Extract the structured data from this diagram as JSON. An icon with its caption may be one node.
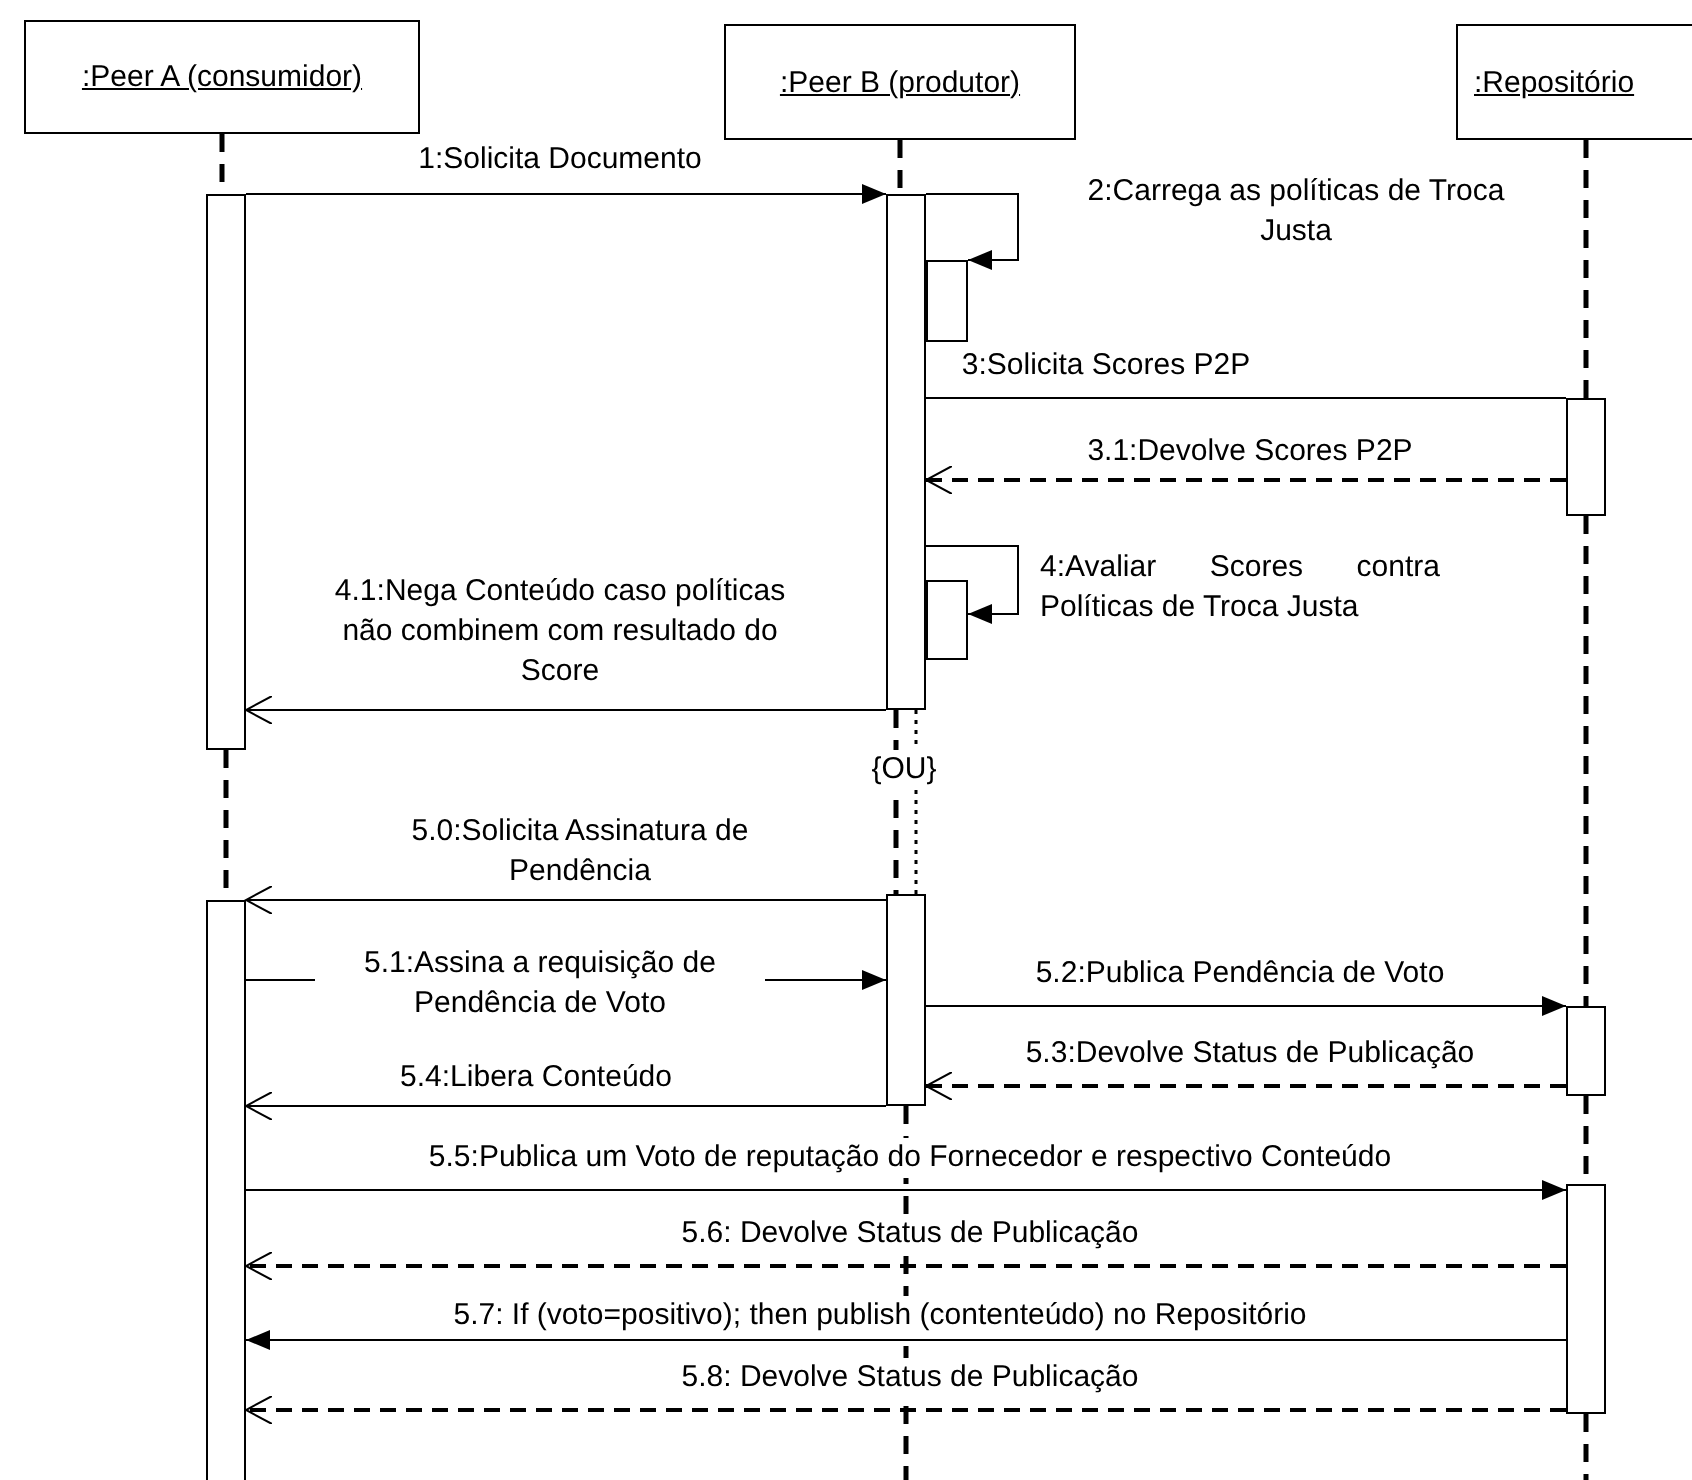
{
  "diagram": {
    "nodes": [
      {
        "text": [
          ":Peer A (consumidor)"
        ]
      },
      {
        "text": [
          ":Peer B (produtor)"
        ]
      },
      {
        "text": [
          ":Repositório"
        ]
      },
      {
        "text": [],
        "shape": "bar"
      },
      {
        "text": [],
        "shape": "bar"
      },
      {
        "text": [],
        "shape": "bar"
      },
      {
        "text": [],
        "shape": "bar"
      },
      {
        "text": [],
        "shape": "bar"
      },
      {
        "text": [],
        "shape": "bar"
      },
      {
        "text": [],
        "shape": "bar"
      },
      {
        "text": [],
        "shape": "bar"
      },
      {
        "text": [],
        "shape": "bar"
      }
    ],
    "edges": [
      {
        "from": 3,
        "to": 4,
        "arrow": "to",
        "label": "1:Solicita Documento"
      },
      {
        "from": 4,
        "to": 5,
        "arrow": "to",
        "label": "2:Carrega as políticas de Troca Justa"
      },
      {
        "from": 4,
        "to": 6,
        "arrow": "none",
        "label": "3:Solicita Scores P2P"
      },
      {
        "from": 6,
        "to": 4,
        "arrow": "to",
        "style": "dashed",
        "label": "3.1:Devolve Scores P2P"
      },
      {
        "from": 4,
        "to": 7,
        "arrow": "to",
        "label": "4:Avaliar Scores contra Políticas de Troca Justa"
      },
      {
        "from": 4,
        "to": 3,
        "arrow": "to",
        "label": "4.1:Nega Conteúdo caso políticas não combinem com resultado do Score"
      },
      {
        "from": 9,
        "to": 8,
        "arrow": "to",
        "label": "5.0:Solicita Assinatura de Pendência"
      },
      {
        "from": 8,
        "to": 9,
        "arrow": "to",
        "label": "5.1:Assina a requisição de Pendência de Voto"
      },
      {
        "from": 9,
        "to": 10,
        "arrow": "to",
        "label": "5.2:Publica Pendência de Voto"
      },
      {
        "from": 10,
        "to": 9,
        "arrow": "to",
        "style": "dashed",
        "label": "5.3:Devolve Status de Publicação"
      },
      {
        "from": 9,
        "to": 8,
        "arrow": "to",
        "label": "5.4:Libera Conteúdo"
      },
      {
        "from": 8,
        "to": 11,
        "arrow": "to",
        "label": "5.5:Publica um Voto de reputação do Fornecedor e respectivo Conteúdo"
      },
      {
        "from": 11,
        "to": 8,
        "arrow": "to",
        "style": "dashed",
        "label": "5.6: Devolve Status de Publicação"
      },
      {
        "from": 11,
        "to": 8,
        "arrow": "to",
        "label": "5.7: If (voto=positivo); then publish (contenteúdo) no Repositório"
      },
      {
        "from": 11,
        "to": 8,
        "arrow": "to",
        "style": "dashed",
        "label": "5.8: Devolve Status de Publicação"
      },
      {
        "from": 0,
        "to": 3,
        "arrow": "none",
        "style": "dashed"
      },
      {
        "from": 3,
        "to": 8,
        "arrow": "none",
        "style": "dashed"
      },
      {
        "from": 1,
        "to": 4,
        "arrow": "none",
        "style": "dashed"
      },
      {
        "from": 4,
        "to": 9,
        "arrow": "none",
        "style": "dashed"
      },
      {
        "from": 4,
        "to": 9,
        "arrow": "none",
        "style": "dashed"
      },
      {
        "from": 9,
        "to": null,
        "arrow": "none",
        "style": "dashed"
      },
      {
        "from": 2,
        "to": 6,
        "arrow": "none",
        "style": "dashed"
      },
      {
        "from": 6,
        "to": 10,
        "arrow": "none",
        "style": "dashed"
      },
      {
        "from": 10,
        "to": 11,
        "arrow": "none",
        "style": "dashed"
      },
      {
        "from": 11,
        "to": null,
        "arrow": "none",
        "style": "dashed"
      }
    ],
    "labels": [
      "{OU}"
    ]
  }
}
